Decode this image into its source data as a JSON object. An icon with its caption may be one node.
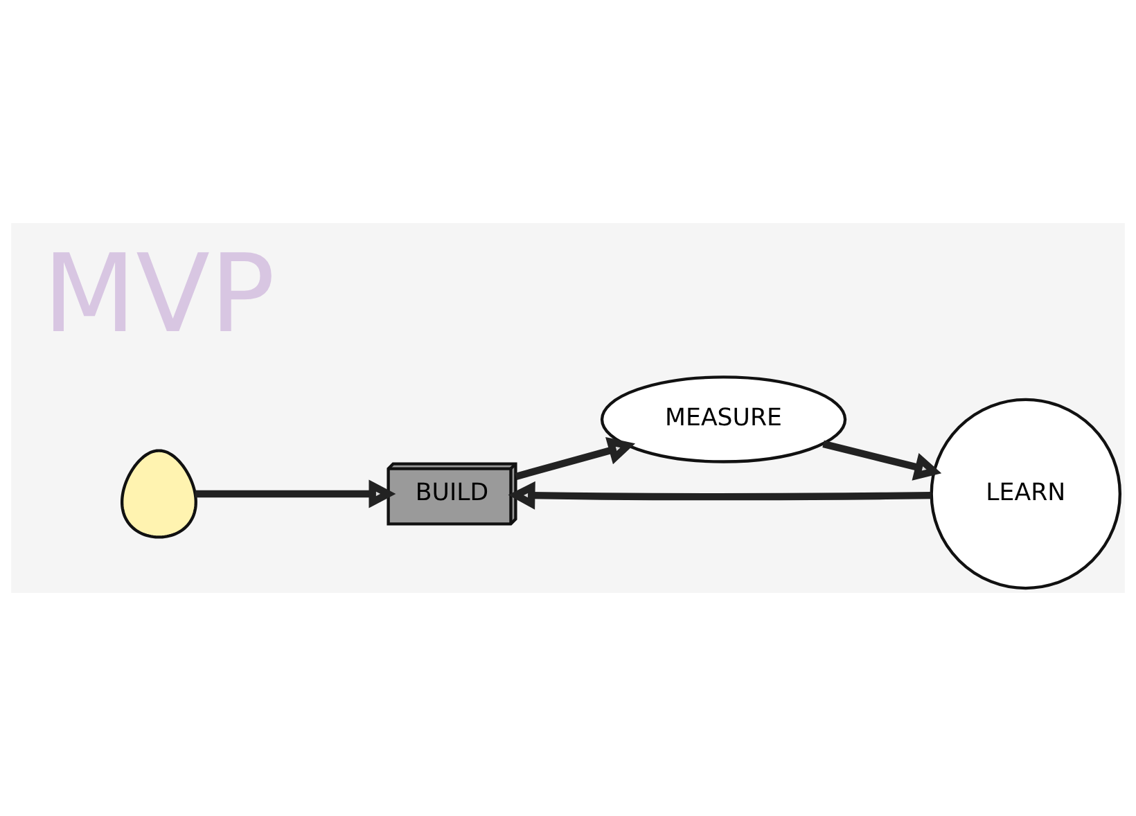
{
  "diagram": {
    "nodes": [
      {
        "text": [],
        "shape": "picture"
      },
      {
        "text": [
          "BUILD"
        ]
      },
      {
        "text": [
          "MEASURE"
        ]
      },
      {
        "text": [
          "LEARN"
        ]
      }
    ],
    "edges": [
      {
        "from": 0,
        "to": 1,
        "arrow": "to"
      },
      {
        "from": 1,
        "to": 2,
        "arrow": "to"
      },
      {
        "from": 2,
        "to": 3,
        "arrow": "to"
      },
      {
        "from": 3,
        "to": 1,
        "arrow": "to"
      }
    ],
    "labels": [
      "MVP"
    ]
  }
}
